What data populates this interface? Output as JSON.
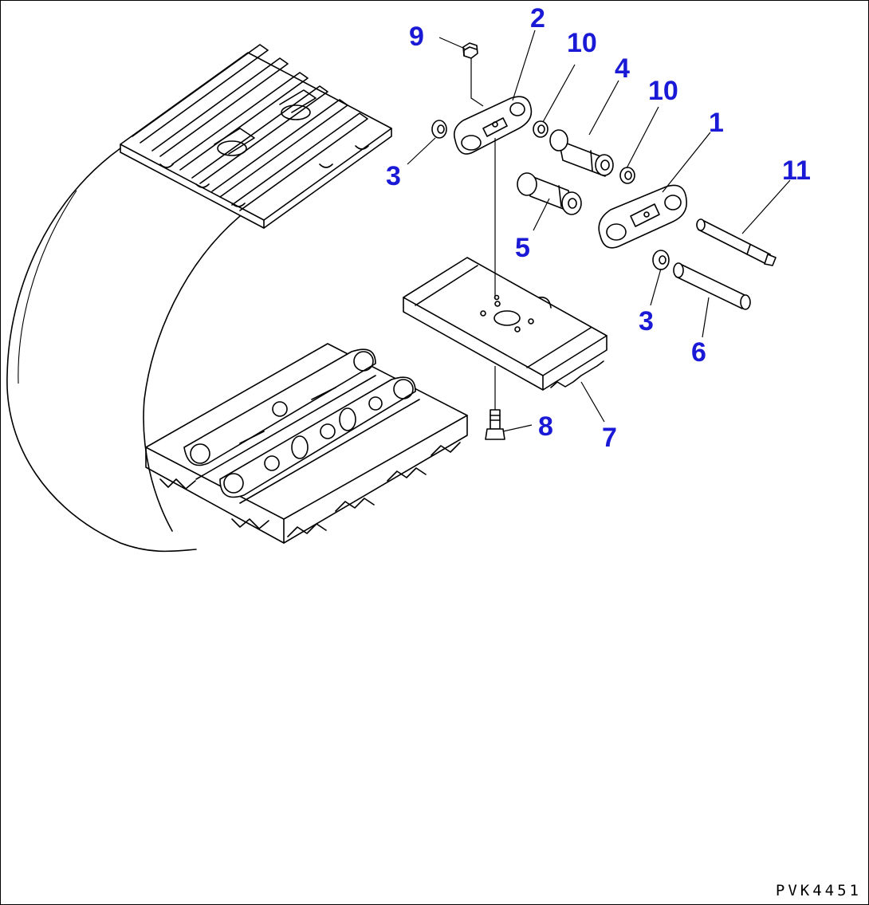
{
  "drawing_code": "PVK4451",
  "callouts": {
    "c1": "1",
    "c2": "2",
    "c3a": "3",
    "c3b": "3",
    "c4": "4",
    "c5": "5",
    "c6": "6",
    "c7": "7",
    "c8": "8",
    "c9": "9",
    "c10a": "10",
    "c10b": "10",
    "c11": "11"
  },
  "colors": {
    "callout": "#1a1ad6",
    "line": "#000000",
    "background": "#ffffff"
  }
}
